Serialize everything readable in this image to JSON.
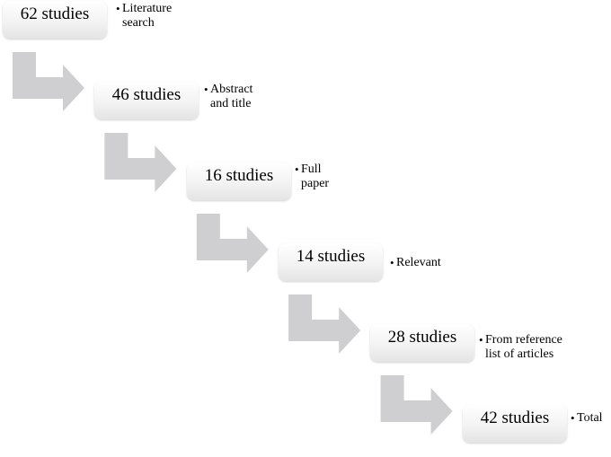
{
  "steps": [
    {
      "count": "62 studies",
      "note": [
        "Literature",
        "search"
      ]
    },
    {
      "count": "46 studies",
      "note": [
        "Abstract",
        "and title"
      ]
    },
    {
      "count": "16 studies",
      "note": [
        "Full",
        "paper"
      ]
    },
    {
      "count": "14 studies",
      "note": [
        "Relevant"
      ]
    },
    {
      "count": "28 studies",
      "note": [
        "From reference",
        "list of articles"
      ]
    },
    {
      "count": "42 studies",
      "note": [
        "Total"
      ]
    }
  ],
  "colors": {
    "arrow": "#cfcfd1",
    "box_top": "#ffffff",
    "box_bottom": "#e4e4e4",
    "text": "#000000"
  }
}
